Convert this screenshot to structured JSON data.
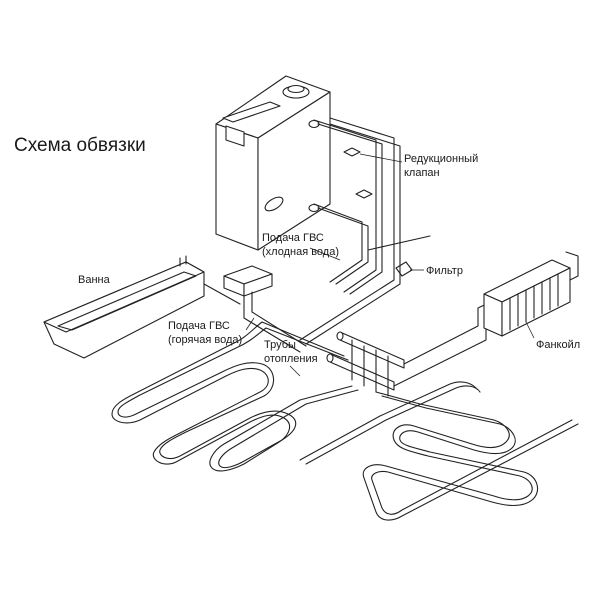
{
  "title": "Схема обвязки",
  "labels": {
    "reducing_valve": [
      "Редукционный",
      "клапан"
    ],
    "dhw_cold": [
      "Подача ГВС",
      "(хлодная вода)"
    ],
    "filter": "Фильтр",
    "bath": "Ванна",
    "dhw_hot": [
      "Подача ГВС",
      "(горячая вода)"
    ],
    "heating_pipes": [
      "Трубы",
      "отопления"
    ],
    "fancoil": "Фанкойл"
  }
}
